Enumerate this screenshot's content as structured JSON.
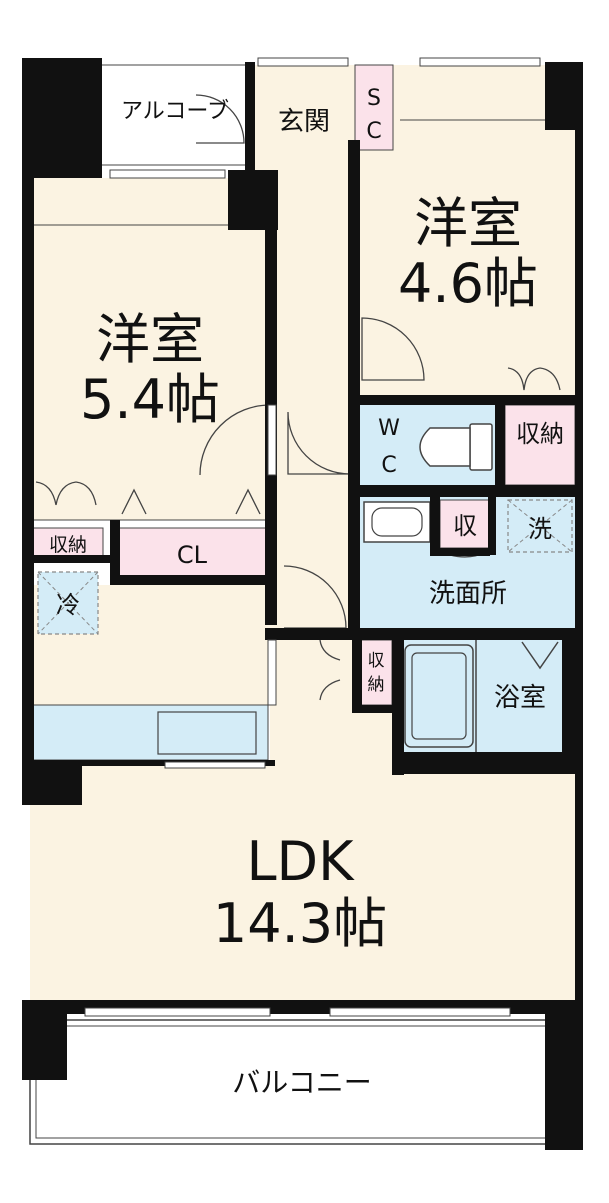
{
  "colors": {
    "floor": "#fbf3e2",
    "wet": "#d4ecf7",
    "storage": "#fbe2ea",
    "wall": "#111111",
    "outside": "#ffffff",
    "line": "#444444"
  },
  "rooms": {
    "western_room_2": {
      "name": "洋室",
      "size": "4.6帖"
    },
    "western_room_1": {
      "name": "洋室",
      "size": "5.4帖"
    },
    "ldk": {
      "name": "LDK",
      "size": "14.3帖"
    }
  },
  "labels": {
    "alcove": "アルコーブ",
    "entrance": "玄関",
    "shoe_closet_top": "S",
    "shoe_closet_bottom": "C",
    "wc_top": "W",
    "wc_bottom": "C",
    "storage_right": "収納",
    "storage_left": "収納",
    "closet": "CL",
    "storage_small": "収",
    "washer": "洗",
    "washroom": "洗面所",
    "fridge": "冷",
    "storage_hall_top": "収",
    "storage_hall_bottom": "納",
    "bathroom": "浴室",
    "balcony": "バルコニー"
  }
}
